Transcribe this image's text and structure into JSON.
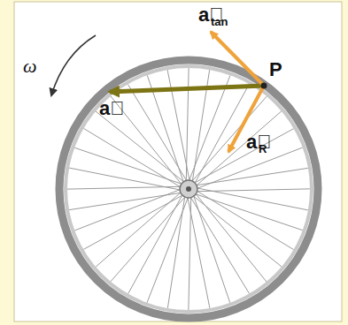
{
  "diagram": {
    "labels": [
      "ω",
      "a⃗",
      "tan",
      "P",
      "a⃗",
      "R",
      "a⃗"
    ]
  }
}
